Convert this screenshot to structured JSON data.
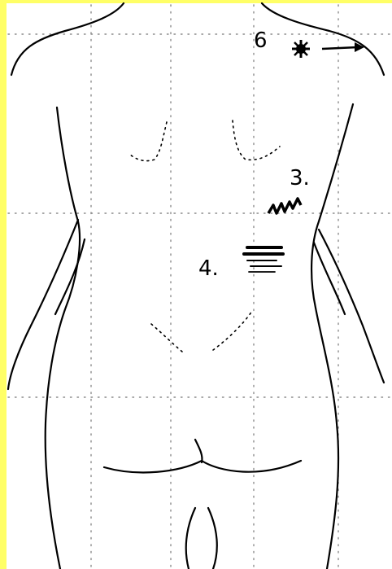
{
  "colors": {
    "border_left": "#ffff66",
    "border_top": "#ffff66",
    "background": "#ffffff",
    "lines": "#000000",
    "grid": "#8a8a8a"
  },
  "markers": [
    {
      "label": "6",
      "icon": "star-burst-icon",
      "extra_icon": "arrow-right-icon"
    },
    {
      "label": "3.",
      "icon": "zigzag-scribble-icon"
    },
    {
      "label": "4.",
      "icon": "horizontal-hatch-icon"
    }
  ]
}
